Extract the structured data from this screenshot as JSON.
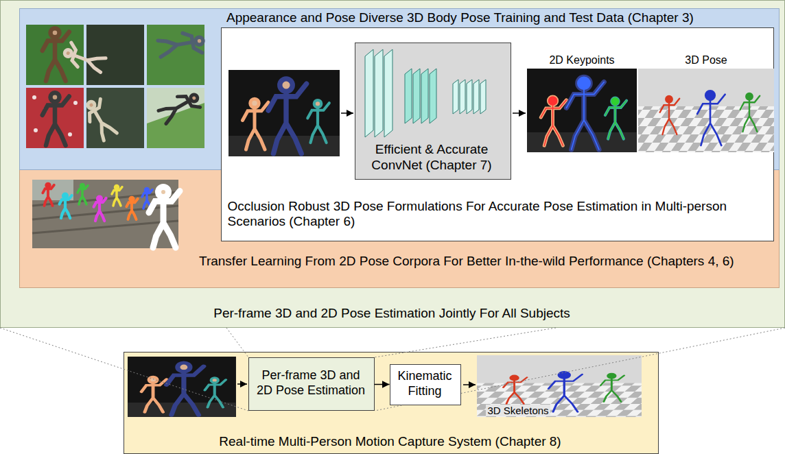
{
  "diagram": {
    "nodes": [
      {
        "text": [
          "Per-frame 3D and 2D Pose Estimation Jointly For All Subjects"
        ]
      },
      {
        "text": [
          "Transfer Learning From 2D Pose Corpora For Better In-the-wild Performance (Chapters 4, 6)"
        ],
        "in": 0
      },
      {
        "text": [
          "Appearance and Pose Diverse 3D Body Pose Training and Test Data (Chapter 3)"
        ],
        "in": 1
      },
      {
        "text": [
          "Occlusion Robust 3D Pose Formulations For Accurate Pose Estimation in Multi-person Scenarios (Chapter 6)"
        ],
        "in": 2
      },
      {
        "text": [
          "Efficient & Accurate ConvNet (Chapter 7)"
        ],
        "in": 3
      },
      {
        "text": [
          "Real-time Multi-Person Motion Capture System (Chapter 8)"
        ]
      },
      {
        "text": [
          "Per-frame 3D and 2D Pose Estimation"
        ],
        "in": 5
      },
      {
        "text": [
          "Kinematic Fitting"
        ],
        "in": 5
      }
    ],
    "edges": [
      {
        "from": 6,
        "to": 7,
        "arrow": "to"
      }
    ],
    "labels": [
      "2D Keypoints",
      "3D Pose",
      "3D Skeletons"
    ]
  }
}
